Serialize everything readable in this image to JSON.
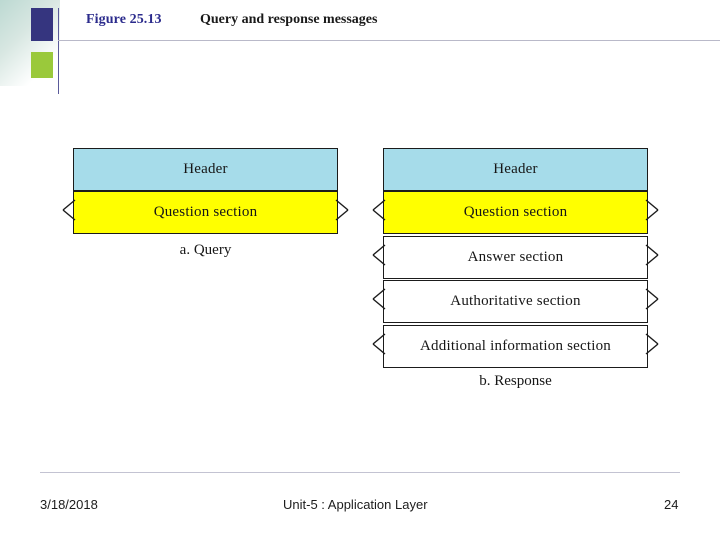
{
  "slide": {
    "figure_label": "Figure 25.13",
    "figure_title": "Query and response messages"
  },
  "diagram": {
    "query": {
      "caption": "a. Query",
      "sections": [
        {
          "label": "Header",
          "kind": "header"
        },
        {
          "label": "Question section",
          "kind": "question"
        }
      ]
    },
    "response": {
      "caption": "b. Response",
      "sections": [
        {
          "label": "Header",
          "kind": "header"
        },
        {
          "label": "Question section",
          "kind": "question"
        },
        {
          "label": "Answer section",
          "kind": "plain"
        },
        {
          "label": "Authoritative section",
          "kind": "plain"
        },
        {
          "label": "Additional information section",
          "kind": "plain"
        }
      ]
    },
    "colors": {
      "header_fill": "#a6dcea",
      "question_fill": "#ffff00",
      "plain_fill": "#ffffff",
      "outline": "#1b1b1b"
    }
  },
  "footer": {
    "date": "3/18/2018",
    "center": "Unit-5 : Application Layer",
    "page": "24"
  }
}
